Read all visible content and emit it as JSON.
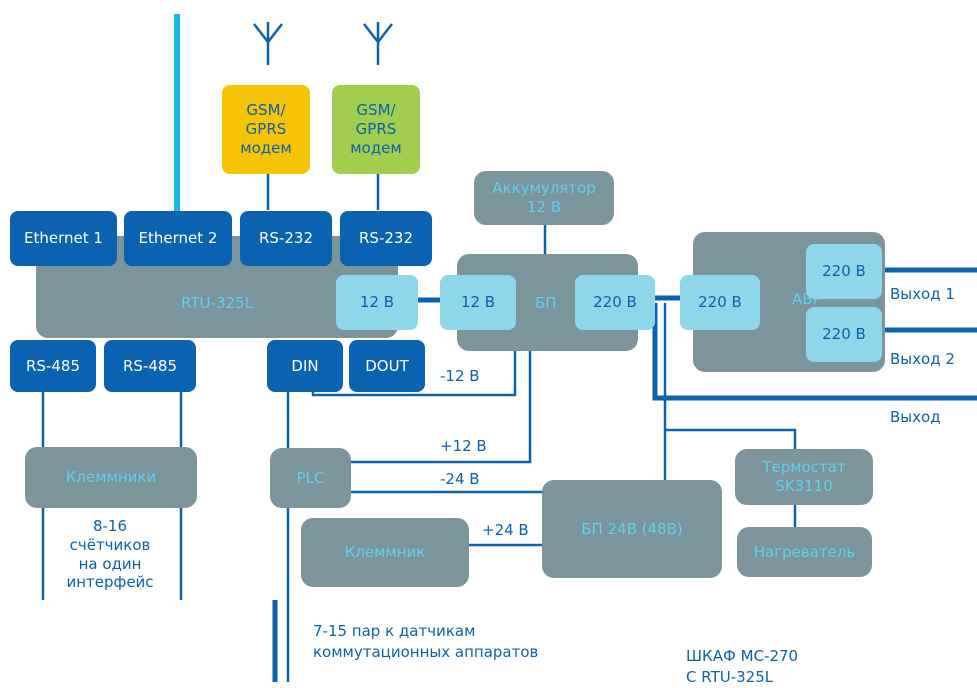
{
  "modems": {
    "gsm1": "GSM/\nGPRS\nмодем",
    "gsm2": "GSM/\nGPRS\nмодем"
  },
  "rtu": {
    "title": "RTU-325L",
    "ethernet1": "Ethernet 1",
    "ethernet2": "Ethernet 2",
    "rs232_1": "RS-232",
    "rs232_2": "RS-232",
    "rs485_1": "RS-485",
    "rs485_2": "RS-485",
    "din": "DIN",
    "dout": "DOUT",
    "port12v": "12 В"
  },
  "battery": "Аккумулятор\n12 В",
  "psu": {
    "title": "БП",
    "in12v": "12 В",
    "out220v": "220 В"
  },
  "avr": {
    "title": "АВР",
    "in220v": "220 В",
    "out1": "220 В",
    "out2": "220 В"
  },
  "outputs": {
    "out1": "Выход 1",
    "out2": "Выход 2",
    "out": "Выход"
  },
  "wires": {
    "minus12": "-12 В",
    "plus12": "+12 В",
    "minus24": "-24 В",
    "plus24": "+24 В"
  },
  "terminals": "Клеммники",
  "meters_note": "8-16\nсчётчиков\nна один\nинтерфейс",
  "plc": "PLC",
  "terminal": "Клеммник",
  "psu24": "БП 24В (48В)",
  "thermostat": "Термостат\nSK3110",
  "heater": "Нагреватель",
  "sensors_note": "7-15 пар к датчикам\nкоммутационных аппаратов",
  "cabinet": "ШКАФ МС-270\nС RTU-325L",
  "colors": {
    "dark_blue": "#0b62b0",
    "light_blue": "#8ed6ea",
    "gray": "#7c949c",
    "yellow": "#f7c404",
    "lime": "#a3cd4f",
    "cyan": "#1cb7e6"
  }
}
